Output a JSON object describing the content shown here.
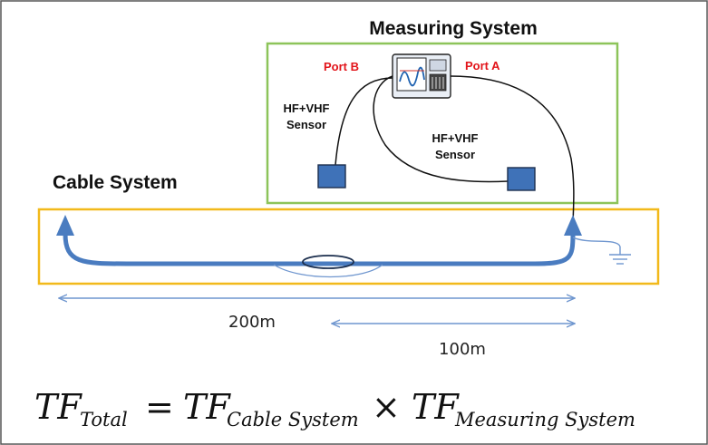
{
  "measuring_system": {
    "title": "Measuring System",
    "port_b": "Port B",
    "port_a": "Port A",
    "sensor_left": {
      "line1": "HF+VHF",
      "line2": "Sensor"
    },
    "sensor_right": {
      "line1": "HF+VHF",
      "line2": "Sensor"
    }
  },
  "cable_system": {
    "title": "Cable System"
  },
  "distances": {
    "total": "200m",
    "partial": "100m"
  },
  "equation": {
    "lhs": "TF",
    "lhs_sub": "Total",
    "equals": "=",
    "term1": "TF",
    "term1_sub": "Cable System",
    "times": "×",
    "term2": "TF",
    "term2_sub": "Measuring System"
  },
  "colors": {
    "measuring_box": "#8dc45a",
    "cable_box": "#f2b91b",
    "cable": "#4a7cc0",
    "sensor": "#3f72b8",
    "dimension": "#6f96cf",
    "port_label": "#e2141a"
  }
}
